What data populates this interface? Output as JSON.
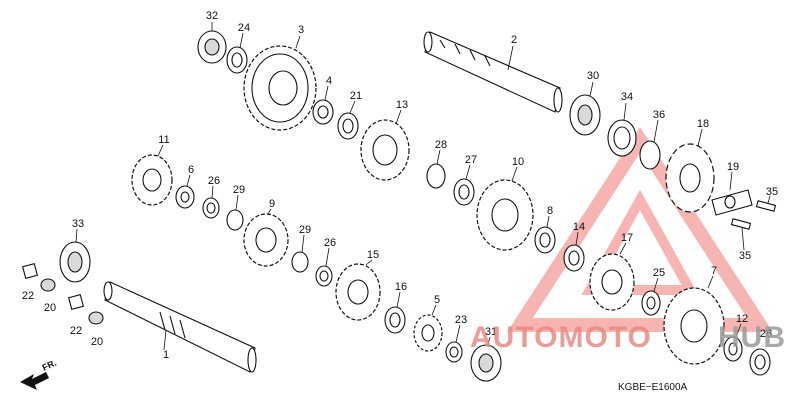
{
  "diagram_code": "KGBE−E1600A",
  "direction_label": "FR.",
  "watermark": {
    "brand_main": "AUTOMOTO",
    "brand_tail": "HUB",
    "color": "#e98a84"
  },
  "parts": [
    {
      "id": "p32",
      "label": "32"
    },
    {
      "id": "p24",
      "label": "24"
    },
    {
      "id": "p3",
      "label": "3"
    },
    {
      "id": "p2",
      "label": "2"
    },
    {
      "id": "p4",
      "label": "4"
    },
    {
      "id": "p21",
      "label": "21"
    },
    {
      "id": "p13",
      "label": "13"
    },
    {
      "id": "p30",
      "label": "30"
    },
    {
      "id": "p34",
      "label": "34"
    },
    {
      "id": "p36",
      "label": "36"
    },
    {
      "id": "p18",
      "label": "18"
    },
    {
      "id": "p19",
      "label": "19"
    },
    {
      "id": "p35a",
      "label": "35"
    },
    {
      "id": "p35b",
      "label": "35"
    },
    {
      "id": "p11",
      "label": "11"
    },
    {
      "id": "p6",
      "label": "6"
    },
    {
      "id": "p26a",
      "label": "26"
    },
    {
      "id": "p29a",
      "label": "29"
    },
    {
      "id": "p28",
      "label": "28"
    },
    {
      "id": "p27",
      "label": "27"
    },
    {
      "id": "p10",
      "label": "10"
    },
    {
      "id": "p8",
      "label": "8"
    },
    {
      "id": "p14",
      "label": "14"
    },
    {
      "id": "p9",
      "label": "9"
    },
    {
      "id": "p29b",
      "label": "29"
    },
    {
      "id": "p26b",
      "label": "26"
    },
    {
      "id": "p33",
      "label": "33"
    },
    {
      "id": "p15",
      "label": "15"
    },
    {
      "id": "p17",
      "label": "17"
    },
    {
      "id": "p25",
      "label": "25"
    },
    {
      "id": "p7",
      "label": "7"
    },
    {
      "id": "p22a",
      "label": "22"
    },
    {
      "id": "p20a",
      "label": "20"
    },
    {
      "id": "p16",
      "label": "16"
    },
    {
      "id": "p5",
      "label": "5"
    },
    {
      "id": "p23",
      "label": "23"
    },
    {
      "id": "p31",
      "label": "31"
    },
    {
      "id": "p12",
      "label": "12"
    },
    {
      "id": "p26c",
      "label": "26"
    },
    {
      "id": "p22b",
      "label": "22"
    },
    {
      "id": "p20b",
      "label": "20"
    },
    {
      "id": "p1",
      "label": "1"
    }
  ]
}
